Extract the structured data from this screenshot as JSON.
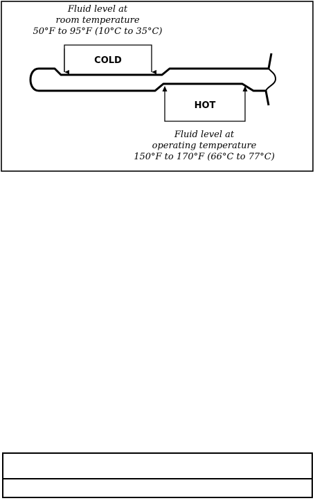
{
  "diagram": {
    "cold_label": "COLD",
    "hot_label": "HOT",
    "room_caption": {
      "line1": "Fluid level at",
      "line2": "room temperature",
      "line3": "50°F to 95°F (10°C to 35°C)"
    },
    "operating_caption": {
      "line1": "Fluid level at",
      "line2": "operating temperature",
      "line3": "150°F to 170°F (66°C to 77°C)"
    },
    "colors": {
      "ink": "#000000",
      "background": "#ffffff"
    }
  },
  "footer": {
    "row1": "",
    "row2": ""
  }
}
